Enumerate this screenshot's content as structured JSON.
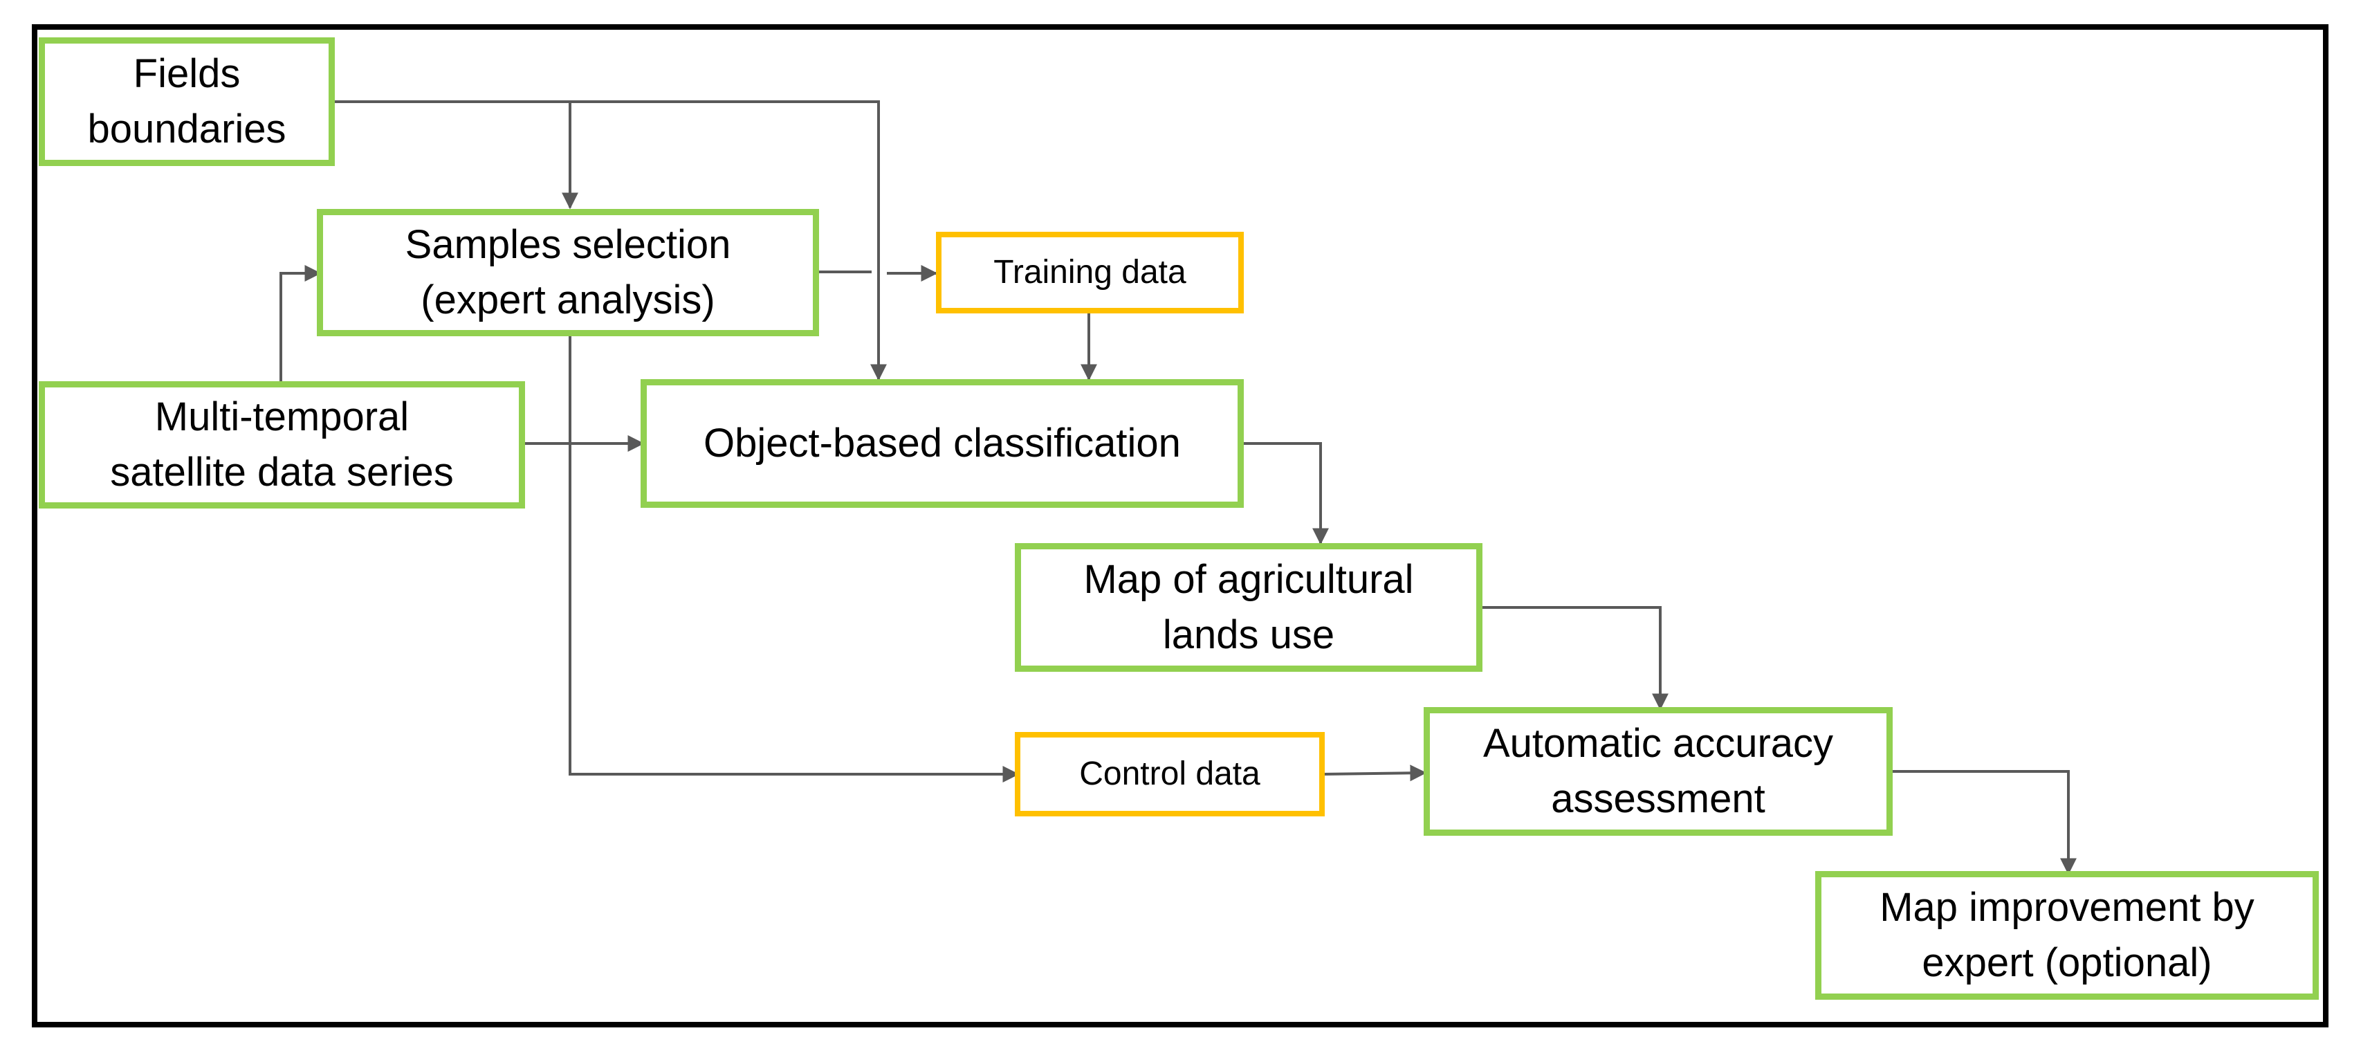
{
  "colors": {
    "process_border": "#92d050",
    "data_border": "#ffc000",
    "connector": "#595959",
    "frame": "#000000"
  },
  "nodes": {
    "fields_boundaries": "Fields\nboundaries",
    "samples_selection": "Samples selection\n(expert analysis)",
    "training_data": "Training data",
    "multi_temporal": "Multi-temporal\nsatellite data series",
    "object_based": "Object-based classification",
    "map_agricultural": "Map of agricultural\nlands use",
    "control_data": "Control data",
    "accuracy_assessment": "Automatic accuracy\nassessment",
    "map_improvement": "Map improvement by\nexpert (optional)"
  }
}
